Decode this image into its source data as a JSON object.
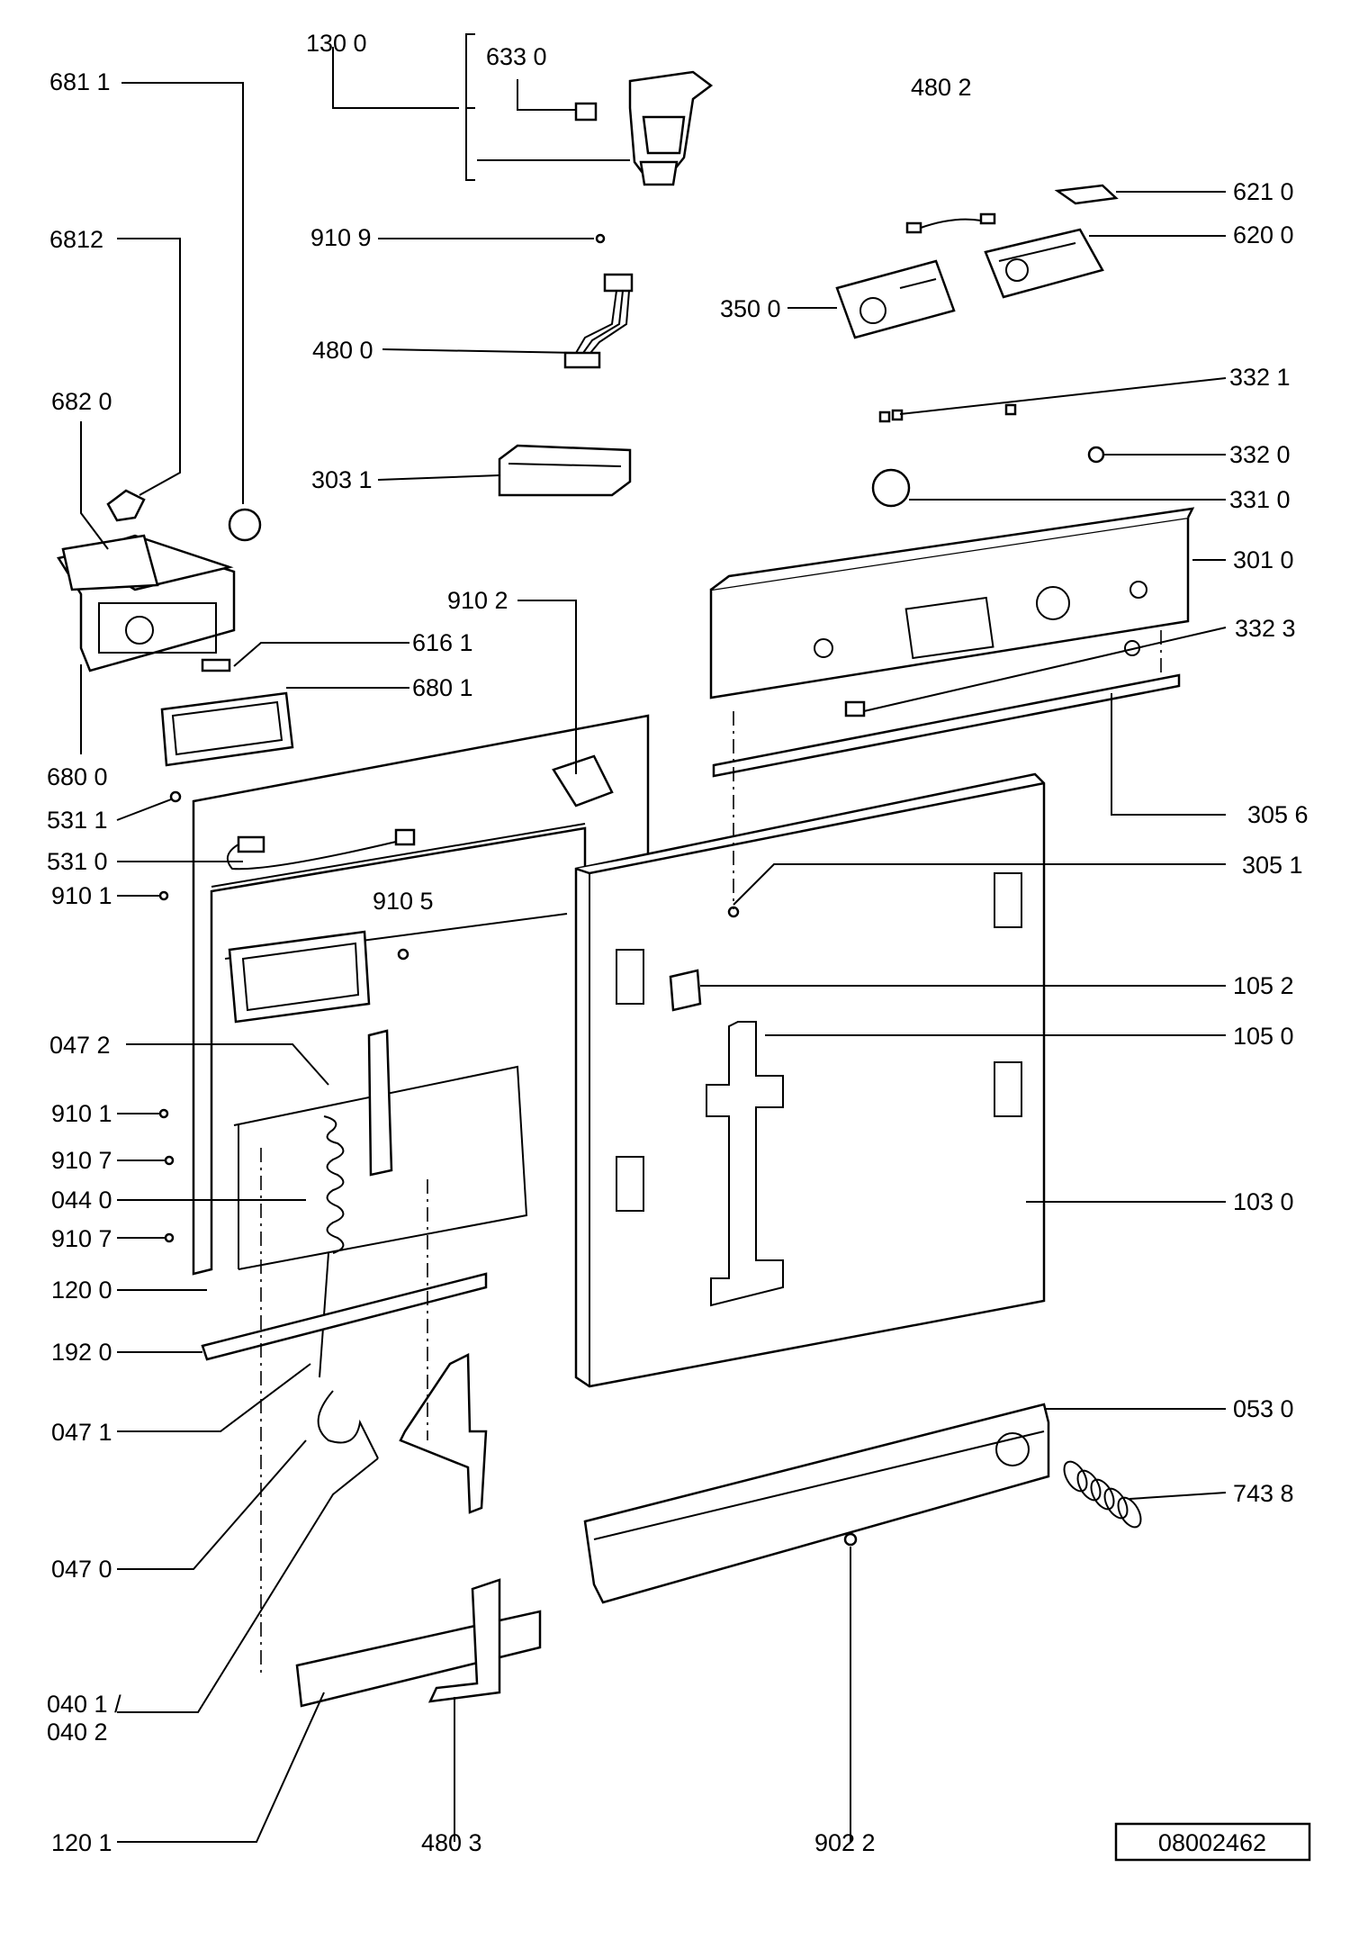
{
  "drawing_number": "08002462",
  "labels": {
    "p6811": "681 1",
    "p1300": "130 0",
    "p6330": "633 0",
    "p4802": "480 2",
    "p6812": "6812",
    "p9109": "910 9",
    "p6210": "621 0",
    "p6200": "620 0",
    "p3500": "350 0",
    "p4800": "480 0",
    "p3321": "332 1",
    "p6820": "682 0",
    "p3320": "332 0",
    "p3031": "303 1",
    "p3310": "331 0",
    "p3010": "301 0",
    "p9102": "910 2",
    "p6161": "616 1",
    "p3323": "332 3",
    "p6801": "680 1",
    "p6800": "680 0",
    "p3056": "305 6",
    "p5311": "531 1",
    "p5310": "531 0",
    "p3051": "305 1",
    "p9101a": "910 1",
    "p9105": "910 5",
    "p1052": "105 2",
    "p0472": "047 2",
    "p1050": "105 0",
    "p9101b": "910 1",
    "p9107a": "910 7",
    "p0440": "044 0",
    "p1030": "103 0",
    "p9107b": "910 7",
    "p1200": "120 0",
    "p1920": "192 0",
    "p0530": "053 0",
    "p0471": "047 1",
    "p7438": "743 8",
    "p0470": "047 0",
    "p0401": "040 1 /",
    "p0402": "040 2",
    "p1201": "120 1",
    "p4803": "480 3",
    "p9022": "902 2"
  }
}
